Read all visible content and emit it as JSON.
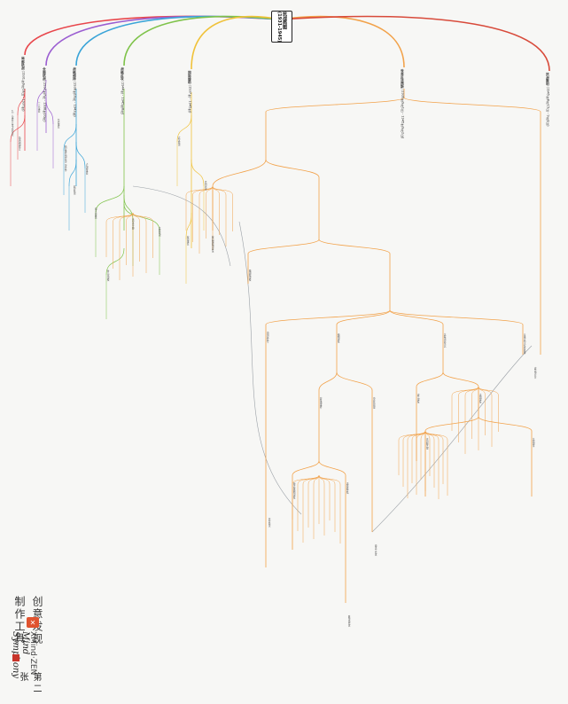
{
  "root": {
    "title": "抗战简图",
    "subtitle": "(1931-1945)"
  },
  "branches": [
    {
      "id": "b1",
      "title": "局部抗战",
      "sub": "(1931年9月18日 - 1937年)",
      "color": "#e8464b"
    },
    {
      "id": "b2",
      "title": "全面抗战",
      "sub": "(1937年7月 - 1938年10月)",
      "color": "#9b5ed1"
    },
    {
      "id": "b3",
      "title": "战略相持",
      "sub": "(1938年10月 - 1943年)",
      "color": "#3aa4d8"
    },
    {
      "id": "b4",
      "title": "战略反攻",
      "sub": "(1944年 - 1945年8月)",
      "color": "#7fc34a"
    },
    {
      "id": "b5",
      "title": "国际援助",
      "sub": "(1937年 - 1945年)",
      "color": "#f0c23a"
    },
    {
      "id": "b6",
      "title": "世界反法西斯",
      "sub": "(1939年9月1日 - 1945年9月2日)",
      "color": "#f2a24a"
    },
    {
      "id": "b7",
      "title": "抗战胜利",
      "sub": "(1945年8月15日 - 9月2日)",
      "color": "#d84a3a"
    }
  ],
  "leaves": [
    "九一八事变 日本占领东北",
    "伪满洲国成立",
    "一二八事变",
    "华北事变",
    "西安事变 国共第二次合作",
    "卢沟桥事变",
    "淞沪会战",
    "南京大屠杀",
    "平型关大捷",
    "太原会战",
    "台儿庄战役",
    "武汉会战",
    "百团大战",
    "皖南事变",
    "敌后根据地建设",
    "豫湘桂战役",
    "中国远征军",
    "缅甸战役",
    "苏联出兵东北",
    "日本宣布无条件投降",
    "波兰战役",
    "法国战役",
    "不列颠之战",
    "苏德战争",
    "珍珠港事件",
    "中途岛海战",
    "斯大林格勒战役",
    "诺曼底登陆",
    "开罗会议",
    "德黑兰会议",
    "雅尔塔会议",
    "波茨坦公告"
  ],
  "footer": {
    "tool_label": "制作工具",
    "credit_label": "创意发现",
    "xmind": "XMind·ZEN",
    "signature": "Mind Symphony",
    "page": "第二张"
  }
}
